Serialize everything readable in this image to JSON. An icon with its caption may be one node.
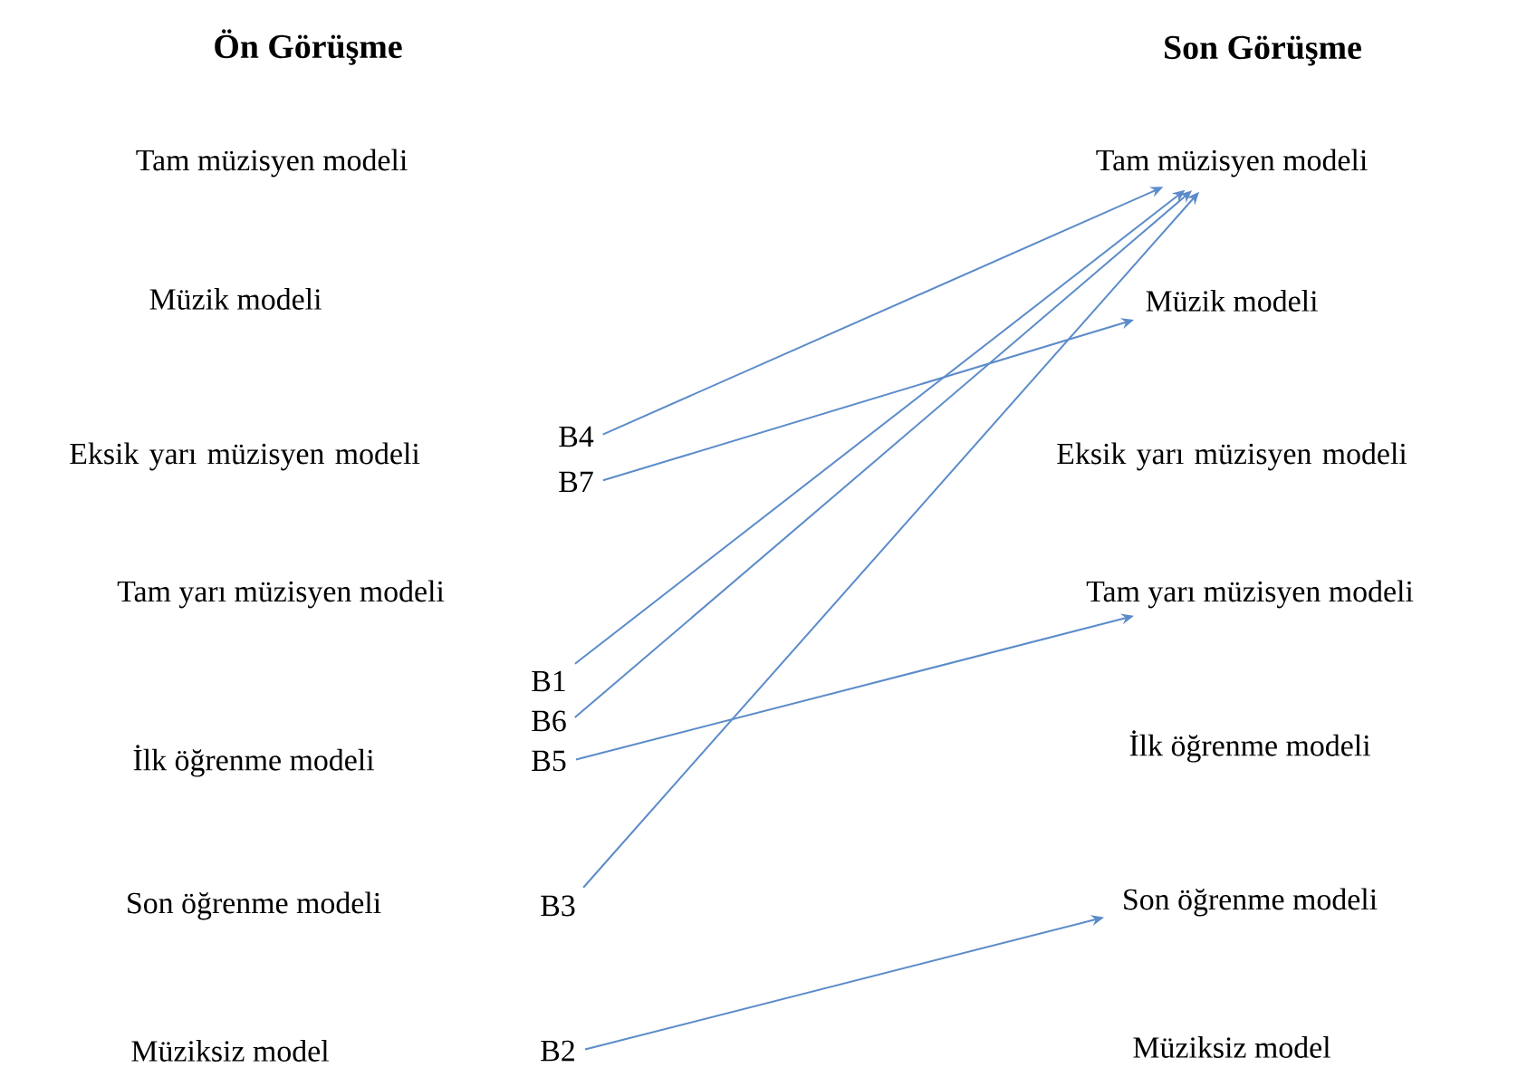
{
  "diagram": {
    "nodes": [
      {
        "text": [
          "Tam müzisyen modeli"
        ]
      },
      {
        "text": [
          "Müzik modeli"
        ]
      },
      {
        "text": [
          "Eksik yarı müzisyen modeli"
        ]
      },
      {
        "text": [
          "Tam yarı müzisyen modeli"
        ]
      },
      {
        "text": [
          "İlk öğrenme modeli"
        ]
      },
      {
        "text": [
          "Son öğrenme modeli"
        ]
      },
      {
        "text": [
          "Müziksiz model"
        ]
      },
      {
        "text": [
          "B4"
        ]
      },
      {
        "text": [
          "B7"
        ]
      },
      {
        "text": [
          "B1"
        ]
      },
      {
        "text": [
          "B6"
        ]
      },
      {
        "text": [
          "B5"
        ]
      },
      {
        "text": [
          "B3"
        ]
      },
      {
        "text": [
          "B2"
        ]
      },
      {
        "text": [
          "Tam müzisyen modeli"
        ]
      },
      {
        "text": [
          "Müzik modeli"
        ]
      },
      {
        "text": [
          "Eksik yarı müzisyen modeli"
        ]
      },
      {
        "text": [
          "Tam yarı müzisyen modeli"
        ]
      },
      {
        "text": [
          "İlk öğrenme modeli"
        ]
      },
      {
        "text": [
          "Son öğrenme modeli"
        ]
      },
      {
        "text": [
          "Müziksiz model"
        ]
      }
    ],
    "edges": [
      {
        "from": 7,
        "to": 14,
        "arrow": "to"
      },
      {
        "from": 8,
        "to": 15,
        "arrow": "to"
      },
      {
        "from": 9,
        "to": 14,
        "arrow": "to"
      },
      {
        "from": 10,
        "to": 14,
        "arrow": "to"
      },
      {
        "from": 11,
        "to": 17,
        "arrow": "to"
      },
      {
        "from": 12,
        "to": 14,
        "arrow": "to"
      },
      {
        "from": 13,
        "to": 19,
        "arrow": "to"
      }
    ],
    "labels": [
      "Ön Görüşme",
      "Son Görüşme"
    ]
  }
}
